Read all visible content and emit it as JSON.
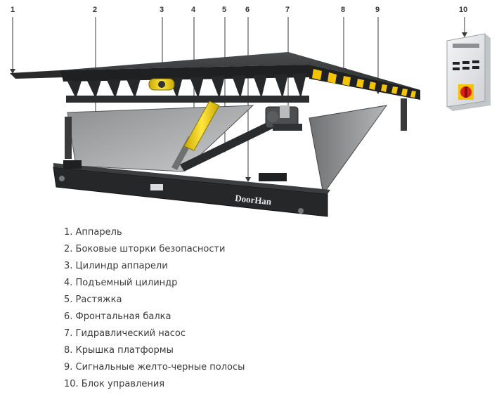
{
  "callouts": [
    "1",
    "2",
    "3",
    "4",
    "5",
    "6",
    "7",
    "8",
    "9",
    "10"
  ],
  "brand": "DoorHan",
  "legend": [
    "1. Аппарель",
    "2. Боковые шторки безопасности",
    "3. Цилиндр аппарели",
    "4. Подъемный цилиндр",
    "5. Растяжка",
    "6. Фронтальная балка",
    "7. Гидравлический насос",
    "8. Крышка платформы",
    "9. Сигнальные желто-черные полосы",
    "10. Блок управления"
  ],
  "colors": {
    "frame": "#2e2e2e",
    "cylinder": "#f2d20a",
    "warning": "#f5c400",
    "panel": "#e4e6e8",
    "switch": "#d8201a"
  }
}
